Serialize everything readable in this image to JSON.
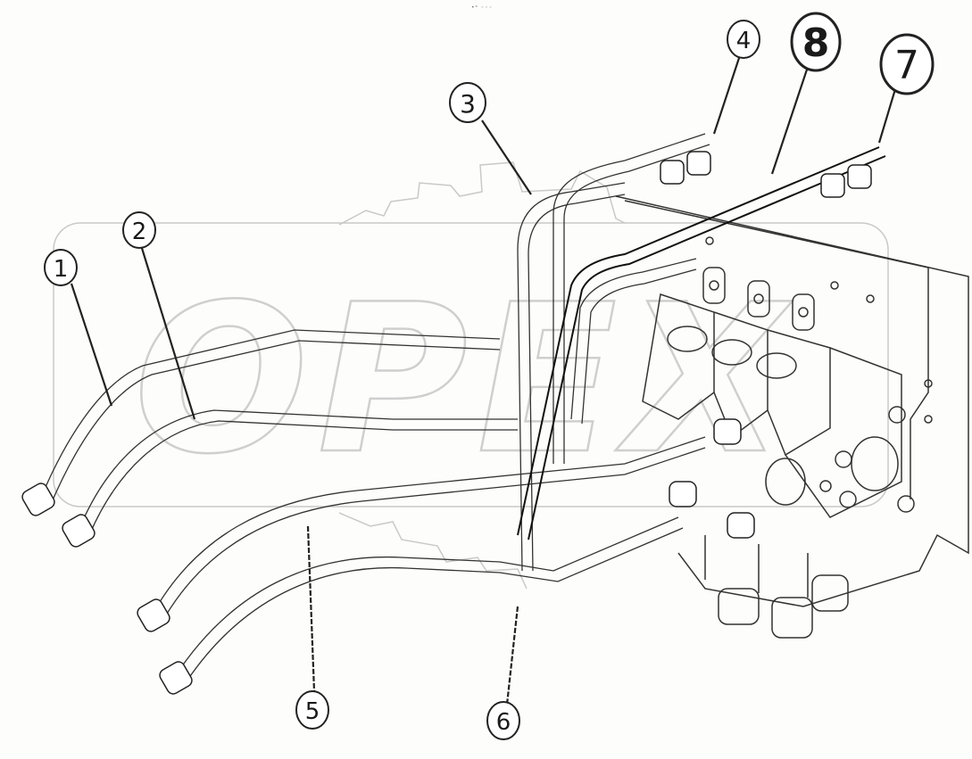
{
  "header": {
    "tiny_mark": "•ᵃ ◦◦◦"
  },
  "watermark": {
    "text": "OPEX",
    "color": "#cfcfcf"
  },
  "colors": {
    "line": "#222222",
    "faint": "#a8a8a8",
    "background": "#fdfdfb"
  },
  "callouts": [
    {
      "id": "1",
      "label": "1"
    },
    {
      "id": "2",
      "label": "2"
    },
    {
      "id": "3",
      "label": "3"
    },
    {
      "id": "4",
      "label": "4"
    },
    {
      "id": "5",
      "label": "5"
    },
    {
      "id": "6",
      "label": "6"
    },
    {
      "id": "7",
      "label": "7"
    },
    {
      "id": "8",
      "label": "8"
    }
  ]
}
